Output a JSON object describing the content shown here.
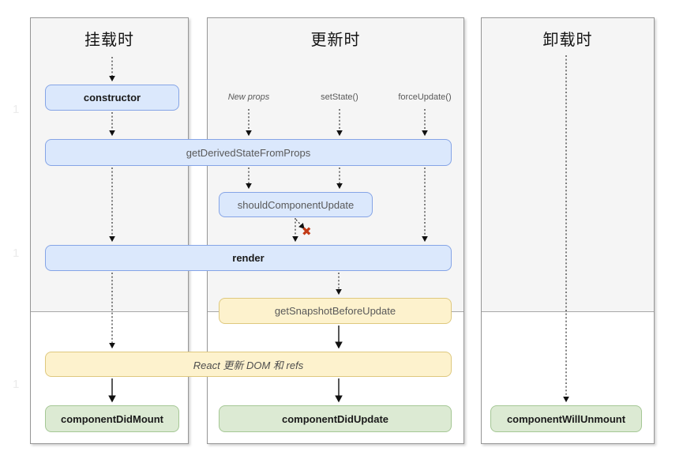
{
  "diagram": {
    "panels": {
      "mount": {
        "title": "挂载时"
      },
      "update": {
        "title": "更新时"
      },
      "unmount": {
        "title": "卸载时"
      }
    },
    "triggers": {
      "new_props": "New props",
      "set_state": "setState()",
      "force_update": "forceUpdate()"
    },
    "nodes": {
      "ctor": {
        "label": "constructor"
      },
      "get_derived_state_from_props": {
        "label": "getDerivedStateFromProps"
      },
      "should_component_update": {
        "label": "shouldComponentUpdate"
      },
      "render_node": {
        "label": "render"
      },
      "get_snapshot_before_update": {
        "label": "getSnapshotBeforeUpdate"
      },
      "react_updates_dom": {
        "label": "React 更新 DOM 和 refs"
      },
      "component_did_mount": {
        "label": "componentDidMount"
      },
      "component_did_update": {
        "label": "componentDidUpdate"
      },
      "component_will_unmount": {
        "label": "componentWillUnmount"
      }
    },
    "icons": {
      "stop_x": "✖"
    },
    "watermarks": [
      "1",
      "1",
      "1"
    ],
    "colors": {
      "node_blue_fill": "#dbe8fc",
      "node_blue_border": "#85a4e6",
      "node_yellow_fill": "#fdf2cd",
      "node_yellow_border": "#dec87e",
      "node_green_fill": "#dcead3",
      "node_green_border": "#a5c795",
      "stop_x_red": "#c23a16",
      "panel_bg": "#f5f5f5"
    }
  }
}
